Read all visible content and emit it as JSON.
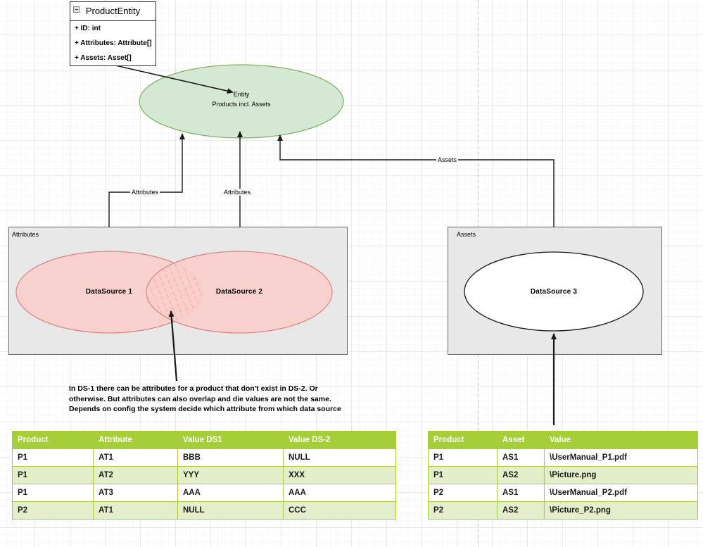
{
  "diagram": {
    "uml_class": {
      "title": "ProductEntity",
      "collapse_icon": "minus-box-icon",
      "members": [
        "+ ID: int",
        "+ Attributes: Attribute[]",
        "+ Assets: Asset[]"
      ]
    },
    "entity_ellipse": {
      "line1": "Entity",
      "line2": "Products incl. Assets",
      "fill": "#d5e8d4",
      "stroke": "#82b366"
    },
    "edge_labels": {
      "attributes_left": "Attributes",
      "attributes_mid": "Attributes",
      "assets_right": "Assets"
    },
    "group_attributes": {
      "label": "Attributes",
      "fill": "#e8e8e8",
      "stroke": "#666666",
      "ellipses": [
        {
          "label": "DataSource 1",
          "fill": "#f8cecc",
          "stroke": "#d98b87"
        },
        {
          "label": "DataSource 2",
          "fill": "#f8cecc",
          "stroke": "#d98b87"
        }
      ],
      "overlap_hatch": true
    },
    "group_assets": {
      "label": "Assets",
      "fill": "#e8e8e8",
      "stroke": "#666666",
      "ellipses": [
        {
          "label": "DataSource 3",
          "fill": "#ffffff",
          "stroke": "#1a1a1a"
        }
      ]
    },
    "note": "In DS-1 there can be attributes for a product that don't exist in DS-2. Or otherwise. But attributes can also overlap and die values are not the same. Depends on config the system decide which attribute from which data source"
  },
  "tables": {
    "attributes_table": {
      "headers": [
        "Product",
        "Attribute",
        "Value DS1",
        "Value DS-2"
      ],
      "rows": [
        [
          "P1",
          "AT1",
          "BBB",
          "NULL"
        ],
        [
          "P1",
          "AT2",
          "YYY",
          "XXX"
        ],
        [
          "P1",
          "AT3",
          "AAA",
          "AAA"
        ],
        [
          "P2",
          "AT1",
          "NULL",
          "CCC"
        ]
      ]
    },
    "assets_table": {
      "headers": [
        "Product",
        "Asset",
        "Value"
      ],
      "rows": [
        [
          "P1",
          "AS1",
          "\\UserManual_P1.pdf"
        ],
        [
          "P1",
          "AS2",
          "\\Picture.png"
        ],
        [
          "P2",
          "AS1",
          "\\UserManual_P2.pdf"
        ],
        [
          "P2",
          "AS2",
          "\\Picture_P2.png"
        ]
      ]
    }
  },
  "colors": {
    "header_green": "#a6ce39",
    "row_alt_green": "#e5eecb",
    "entity_green": "#d5e8d4",
    "datasource_red": "#f8cecc",
    "group_gray": "#e8e8e8"
  }
}
